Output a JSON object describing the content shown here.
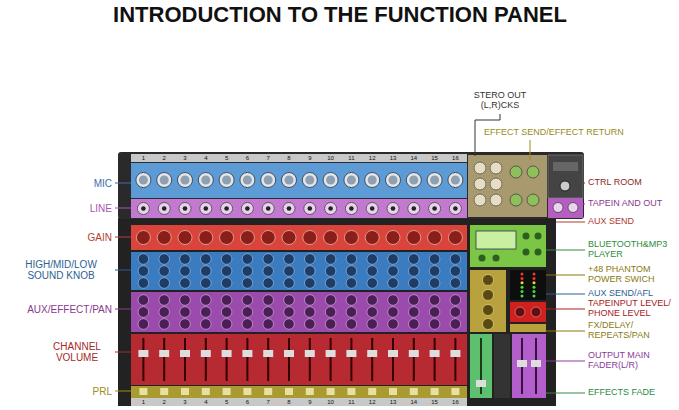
{
  "diagram": {
    "title": "INTRODUCTION TO THE FUNCTION PANEL",
    "labels": [
      "MIC",
      "LINE",
      "GAIN",
      "HIGH/MID/LOW SOUND KNOB",
      "AUX/EFFECT/PAN",
      "CHANNEL VOLUME",
      "PRL",
      "STERO OUT (L,R)CKS",
      "EFFECT SEND/EFFECT RETURN",
      "CTRL ROOM",
      "TAPEIN AND OUT",
      "AUX SEND",
      "BLUETOOTH&MP3 PLAYER",
      "+48 PHANTOM POWER SWICH",
      "AUX SEND/AFL",
      "TAPEINPUT LEVEL/ PHONE LEVEL",
      "FX/DELAY/ REPEATS/PAN",
      "OUTPUT MAIN FADER(L/R)",
      "EFFECTS FADE",
      "1",
      "2",
      "3",
      "4",
      "5",
      "6",
      "7",
      "8",
      "9",
      "10",
      "11",
      "12",
      "13",
      "14",
      "15",
      "16",
      "1",
      "2",
      "3",
      "4",
      "5",
      "6",
      "7",
      "8",
      "9",
      "10",
      "11",
      "12",
      "13",
      "14",
      "15",
      "16"
    ]
  }
}
